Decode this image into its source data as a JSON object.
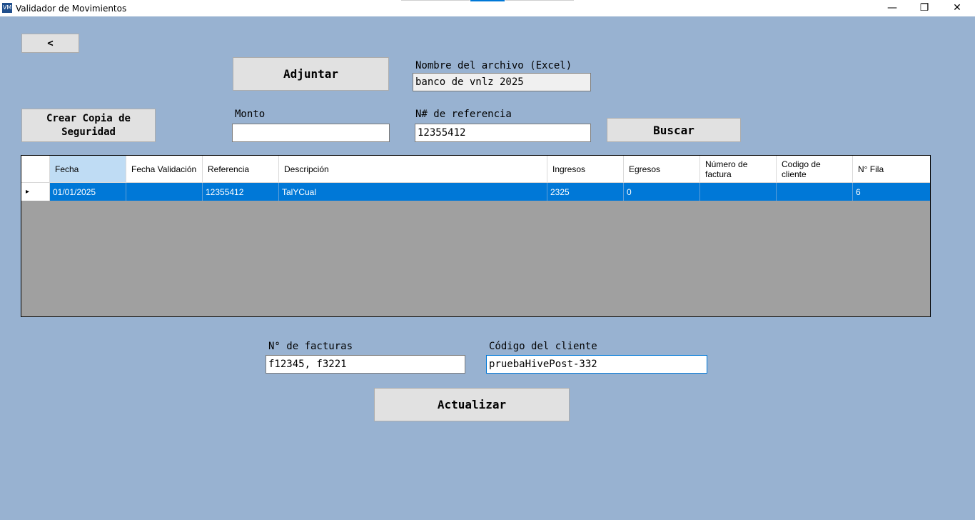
{
  "window": {
    "title": "Validador de Movimientos",
    "icon": "app-icon",
    "icon_glyph": "VM",
    "minimize_glyph": "—",
    "maximize_glyph": "❐",
    "close_glyph": "✕"
  },
  "toolbar": {
    "back_label": "<",
    "attach_label": "Adjuntar",
    "backup_label": "Crear Copia de\nSeguridad",
    "search_label": "Buscar",
    "update_label": "Actualizar"
  },
  "fields": {
    "file_name_label": "Nombre del archivo (Excel)",
    "file_name_value": "banco de vnlz 2025",
    "amount_label": "Monto",
    "amount_value": "",
    "reference_label": "N# de referencia",
    "reference_value": "12355412",
    "invoices_label": "N° de facturas",
    "invoices_value": "f12345, f3221",
    "client_code_label": "Código del cliente",
    "client_code_value": "pruebaHivePost-332"
  },
  "grid": {
    "columns": [
      "Fecha",
      "Fecha Validación",
      "Referencia",
      "Descripción",
      "Ingresos",
      "Egresos",
      "Número de factura",
      "Codigo de cliente",
      "N° Fila"
    ],
    "rows": [
      [
        "01/01/2025",
        "",
        "12355412",
        "TalYCual",
        "2325",
        "0",
        "",
        "",
        "6"
      ]
    ],
    "row_indicator": "▸"
  },
  "colors": {
    "background": "#98b2d1",
    "selection": "#0078d7",
    "header_selected": "#bfdcf4",
    "grid_empty": "#a0a0a0"
  }
}
